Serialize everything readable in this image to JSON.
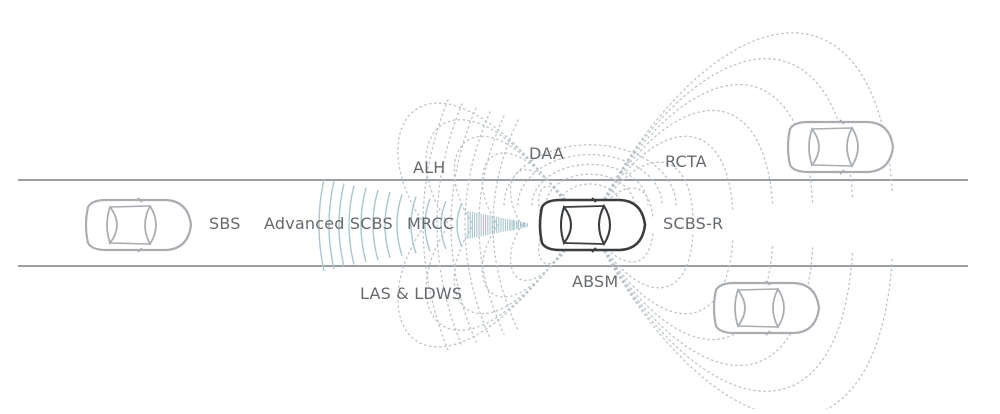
{
  "labels": {
    "sbs": "SBS",
    "advanced_scbs": "Advanced SCBS",
    "mrcc": "MRCC",
    "alh": "ALH",
    "daa": "DAA",
    "rcta": "RCTA",
    "scbs_r": "SCBS-R",
    "absm": "ABSM",
    "las_ldws": "LAS & LDWS"
  },
  "colors": {
    "road_line": "#9a9ea2",
    "car_outline": "#a9adb1",
    "ego_car_outline": "#3a3d40",
    "sensor_wave": "#a9c7cf",
    "sensor_dots": "#bcc4c8",
    "label_text": "#666a6e"
  }
}
